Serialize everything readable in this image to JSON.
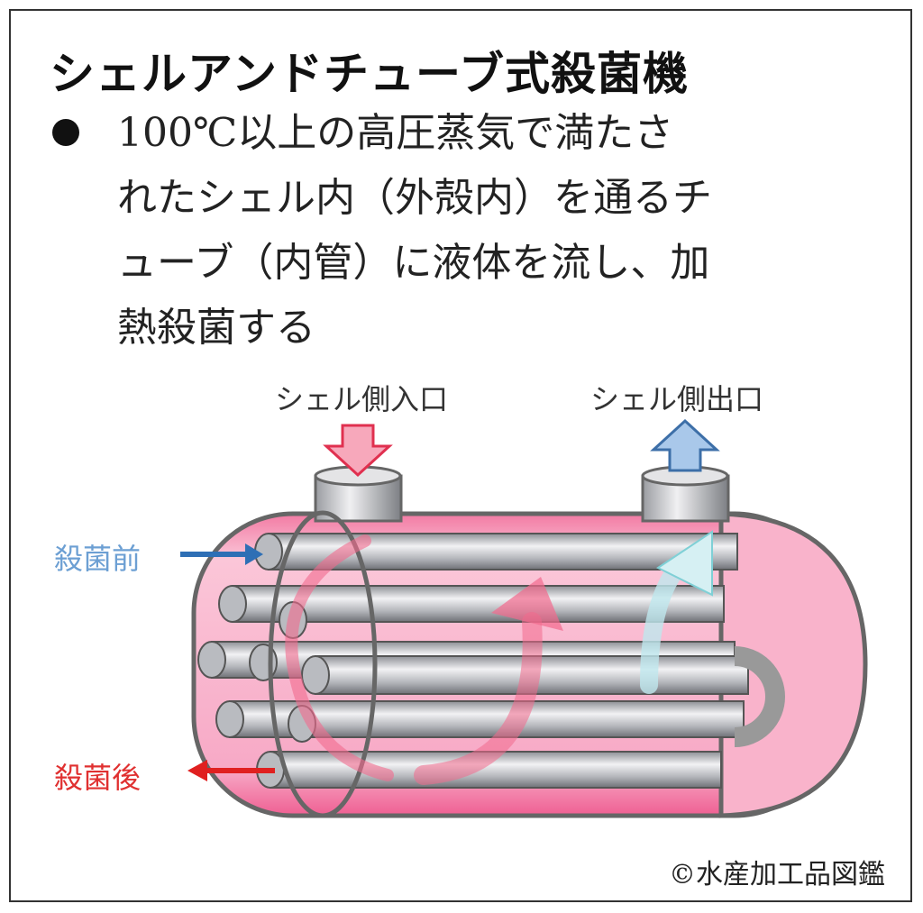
{
  "title": "シェルアンドチューブ式殺菌機",
  "bullet": {
    "lines": [
      "100℃以上の高圧蒸気で満たさ",
      "れたシェル内（外殻内）を通るチ",
      "ューブ（内管）に液体を流し、加",
      "熱殺菌する"
    ]
  },
  "diagram": {
    "shell_inlet": "シェル側入口",
    "shell_outlet": "シェル側出口",
    "before": "殺菌前",
    "after": "殺菌後",
    "colors": {
      "shell": "#f7a9c6",
      "inlet_arrow": "#f5a0b5",
      "outlet_arrow": "#a9c8ea",
      "before_arrow": "#2e6fb5",
      "after_arrow": "#e02020"
    }
  },
  "credit": "©水産加工品図鑑"
}
